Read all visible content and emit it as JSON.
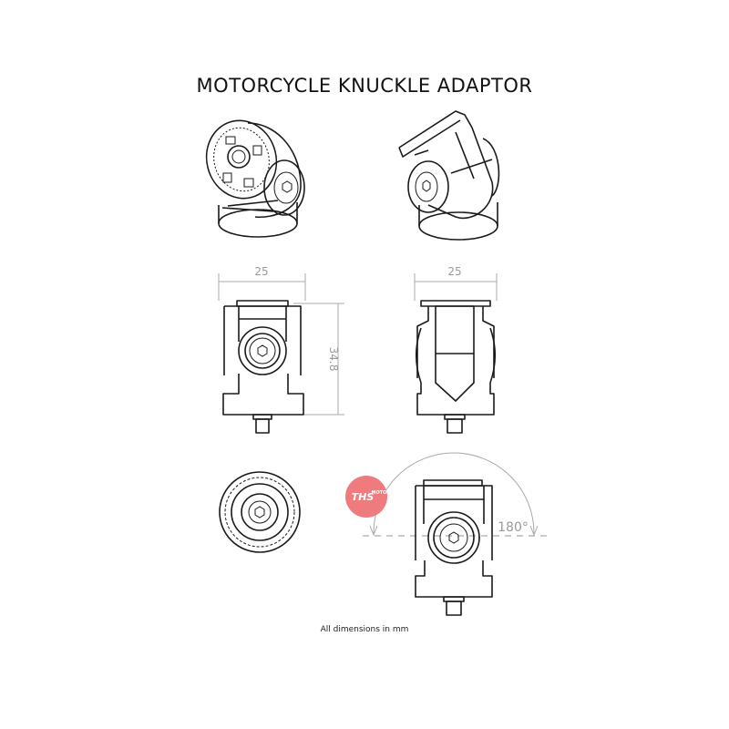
{
  "title": "MOTORCYCLE KNUCKLE ADAPTOR",
  "dimensions": {
    "width_front_left": "25",
    "width_front_right": "25",
    "height": "34.8",
    "rotation_angle": "180°"
  },
  "footnote": "All dimensions in mm",
  "watermark": {
    "text": "THS MOTO",
    "color": "#f07b7f"
  }
}
